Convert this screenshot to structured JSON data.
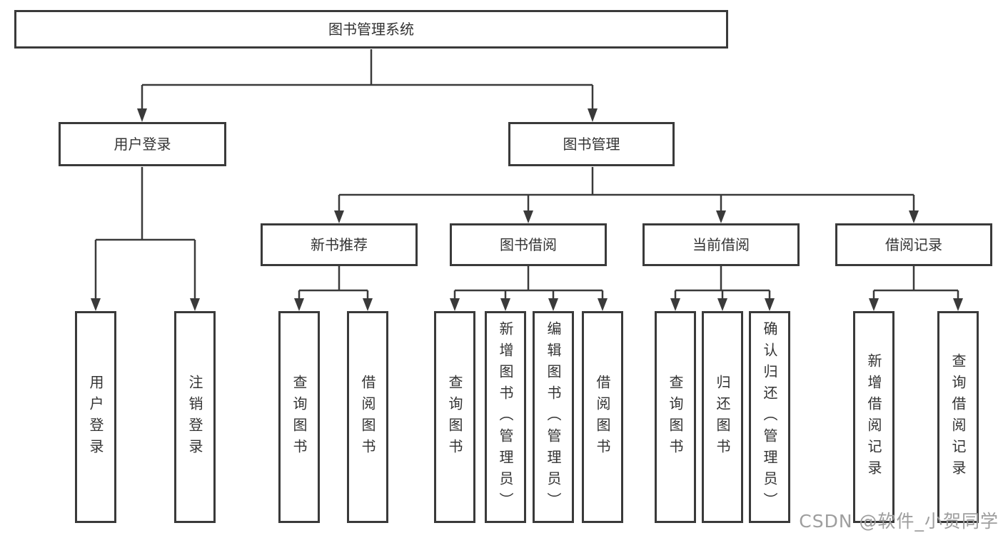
{
  "diagram": {
    "root": {
      "label": "图书管理系统"
    },
    "branches": {
      "user": {
        "label": "用户登录",
        "children": [
          {
            "label": "用户登录"
          },
          {
            "label": "注销登录"
          }
        ]
      },
      "management": {
        "label": "图书管理",
        "sections": [
          {
            "label": "新书推荐",
            "children": [
              {
                "label": "查询图书"
              },
              {
                "label": "借阅图书"
              }
            ]
          },
          {
            "label": "图书借阅",
            "children": [
              {
                "label": "查询图书"
              },
              {
                "label": "新增图书（管理员）"
              },
              {
                "label": "编辑图书（管理员）"
              },
              {
                "label": "借阅图书"
              }
            ]
          },
          {
            "label": "当前借阅",
            "children": [
              {
                "label": "查询图书"
              },
              {
                "label": "归还图书"
              },
              {
                "label": "确认归还（管理员）"
              }
            ]
          },
          {
            "label": "借阅记录",
            "children": [
              {
                "label": "新增借阅记录"
              },
              {
                "label": "查询借阅记录"
              }
            ]
          }
        ]
      }
    }
  },
  "watermark": {
    "text": "CSDN @软件_小贺同学"
  },
  "colors": {
    "line": "#3a3a3a",
    "text": "#333333",
    "watermark": "#9e9e9e",
    "background": "#ffffff"
  }
}
